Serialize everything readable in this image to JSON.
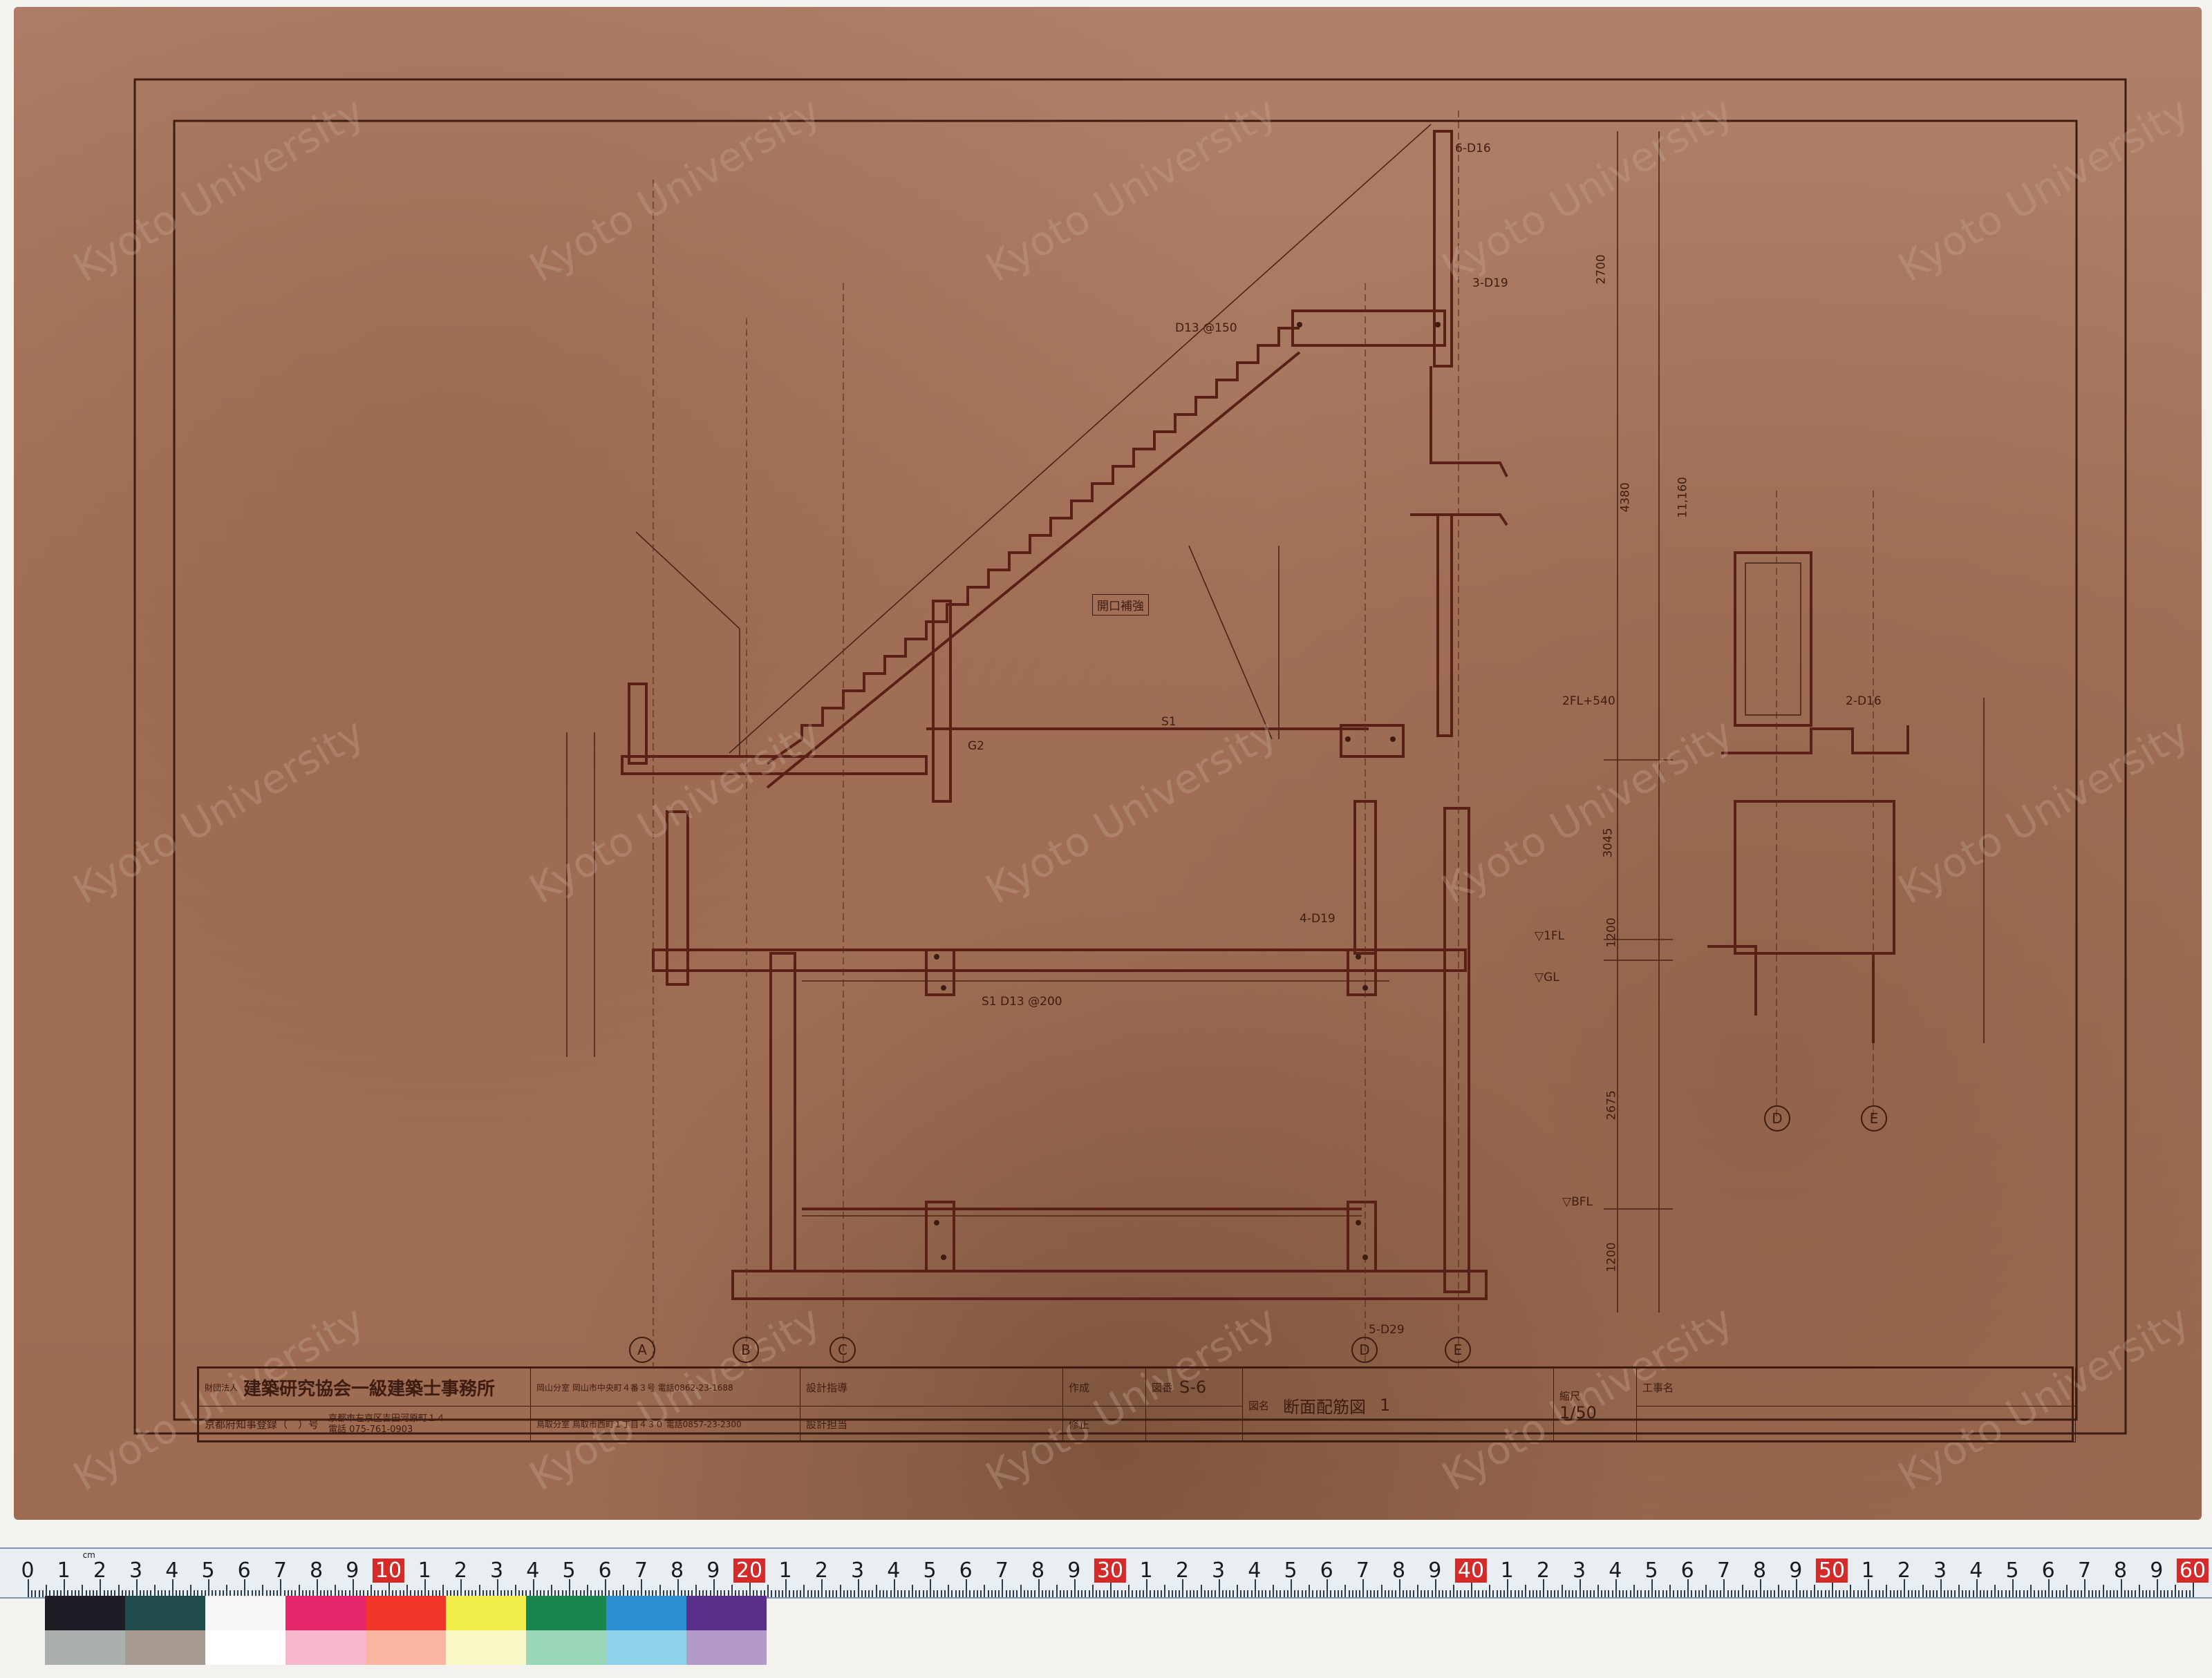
{
  "watermark": "Kyoto University",
  "grid_axes": [
    "A",
    "B",
    "C",
    "D",
    "E"
  ],
  "side_axes": [
    "D",
    "E"
  ],
  "title_block": {
    "office_prefix": "財団法人",
    "office_name": "建築研究協会一級建築士事務所",
    "registration": "京都府知事登録（　）号",
    "address_kyoto": "京都市左京区吉田河原町１４",
    "tel_kyoto": "電話 075-761-0903",
    "branch_okayama": "岡山分室 岡山市中央町４番３号 電話0862-23-1688",
    "branch_tottori": "鳥取分室 鳥取市西町１丁目４３０ 電話0857-23-2300",
    "design_lead_label": "設計指導",
    "design_staff_label": "設計担当",
    "drawn_label": "作成",
    "revised_label": "修正",
    "sheet_no_label": "図番",
    "sheet_no": "S-6",
    "drawing_name_label": "図名",
    "drawing_name": "断面配筋図",
    "drawing_index": "1",
    "scale_label": "縮尺",
    "scale_value": "1/50",
    "project_label": "工事名"
  },
  "notes": {
    "n1": "6-D16",
    "n2": "2FL+540",
    "n3": "▽1FL",
    "n4": "▽GL",
    "n5": "▽BFL",
    "n6": "S1",
    "n7": "G2",
    "n8": "5-D29",
    "n9": "3-D19",
    "n10": "D13 @150",
    "n11": "4-D19",
    "n12": "11,160",
    "n13": "4380",
    "n14": "2675",
    "n15": "1200",
    "n16": "開口補強",
    "n17": "S1 D13 @200",
    "n18": "2-D16",
    "n19": "2700",
    "n20": "1200",
    "n21": "3045"
  },
  "ruler": {
    "marks": [
      "0",
      "1",
      "2",
      "3",
      "4",
      "5",
      "6",
      "7",
      "8",
      "9",
      "10",
      "1",
      "2",
      "3",
      "4",
      "5",
      "6",
      "7",
      "8",
      "9",
      "20",
      "1",
      "2",
      "3",
      "4",
      "5",
      "6",
      "7",
      "8",
      "9",
      "30",
      "1",
      "2",
      "3",
      "4",
      "5",
      "6",
      "7",
      "8",
      "9",
      "40",
      "1",
      "2",
      "3",
      "4",
      "5",
      "6",
      "7",
      "8",
      "9",
      "50",
      "1",
      "2",
      "3",
      "4",
      "5",
      "6",
      "7",
      "8",
      "9",
      "60"
    ],
    "unit": "cm"
  },
  "color_chart": {
    "top_row": [
      "#1e1c24",
      "#214a4c",
      "#f7f7f7",
      "#e6256a",
      "#f1352a",
      "#f3ef4a",
      "#19864e",
      "#2d8fd2",
      "#5a2f8a"
    ],
    "bottom_row": [
      "#a9b0ad",
      "#a69a93",
      "#ffffff",
      "#f6b6cd",
      "#f9b59f",
      "#f8f7c6",
      "#9ad6b8",
      "#8fd0ea",
      "#b49ac9"
    ]
  }
}
